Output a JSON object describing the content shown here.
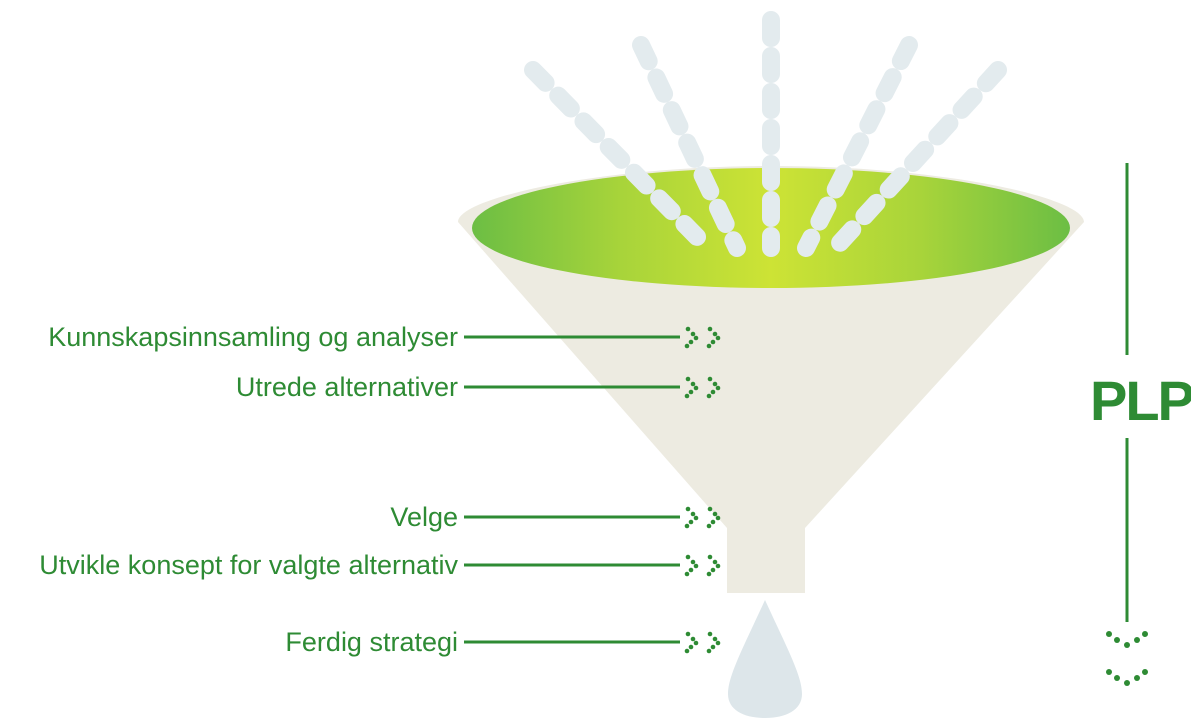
{
  "stages": [
    {
      "label": "Kunnskapsinnsamling og analyser"
    },
    {
      "label": "Utrede alternativer"
    },
    {
      "label": "Velge"
    },
    {
      "label": "Utvikle konsept for valgte alternativ"
    },
    {
      "label": "Ferdig strategi"
    }
  ],
  "process_label": "PLP",
  "colors": {
    "green_text": "#2e8b34",
    "funnel_body": "#edebe1",
    "funnel_rim_light": "#c9e234",
    "funnel_rim_dark": "#6cbe44",
    "streak": "#e3ebee",
    "drop": "#dde6ea"
  },
  "icons": [
    "dotted-chevron-icon",
    "funnel-illustration",
    "droplet-icon",
    "falling-streak-icon"
  ]
}
